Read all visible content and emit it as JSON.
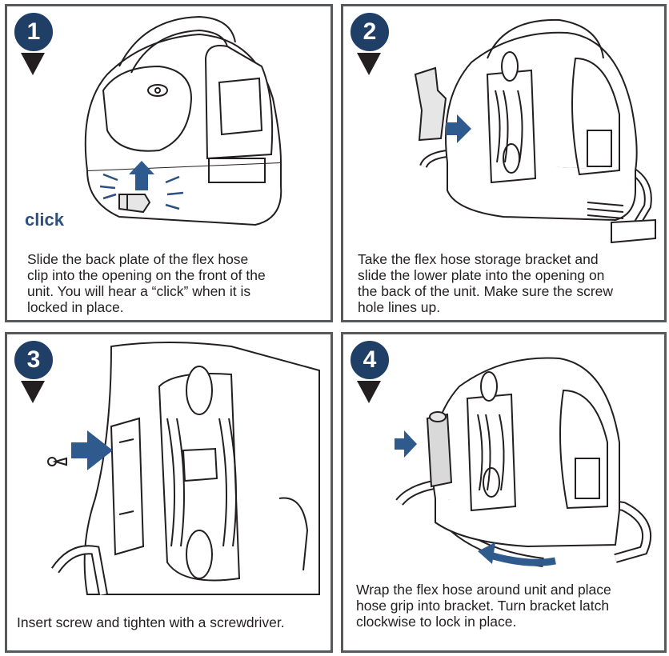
{
  "steps": [
    {
      "number": "1",
      "caption_lines": [
        "Slide the back plate of the flex hose",
        "clip into the opening on the front of the",
        "unit. You will hear a “click” when it is",
        "locked in place."
      ],
      "sound_label": "click"
    },
    {
      "number": "2",
      "caption_lines": [
        "Take the flex hose storage bracket and",
        "slide the lower plate into the opening on",
        "the back of the unit. Make sure the screw",
        "hole lines up."
      ]
    },
    {
      "number": "3",
      "caption_lines": [
        "Insert screw and tighten with a screwdriver."
      ]
    },
    {
      "number": "4",
      "caption_lines": [
        "Wrap the flex hose around unit and place",
        "hose grip into bracket. Turn bracket latch",
        "clockwise to lock in place."
      ]
    }
  ],
  "colors": {
    "badge": "#1f3f66",
    "arrow": "#2f5a8e",
    "border": "#58595b"
  }
}
